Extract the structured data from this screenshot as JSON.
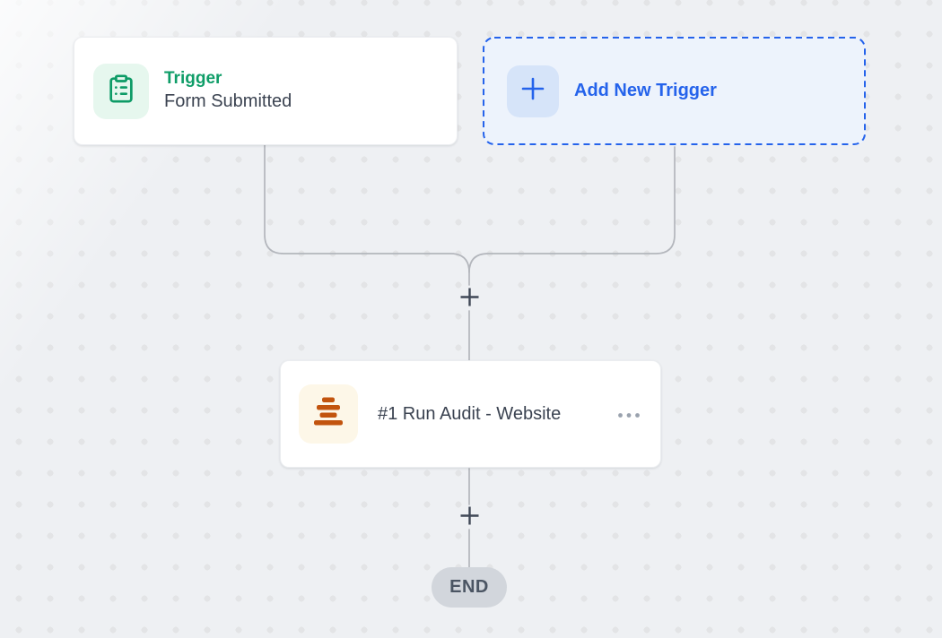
{
  "canvas": {
    "background_color": "#eef0f3",
    "dot_color": "#e3e4e6",
    "connector_color": "#b3b6bc",
    "plus_color": "#3f4756"
  },
  "nodes": {
    "trigger": {
      "label": "Trigger",
      "title": "Form Submitted",
      "icon": "clipboard-list-icon",
      "label_color": "#0f9d68",
      "title_color": "#3b4351",
      "icon_color": "#0d9b66",
      "icon_bg_color": "#e6f7ee"
    },
    "add_trigger": {
      "label": "Add New Trigger",
      "icon": "plus-icon",
      "accent_color": "#2563eb",
      "bg_color": "#edf3fc",
      "icon_bg_color": "#d6e4f9",
      "border_style": "dashed"
    },
    "action": {
      "title": "#1 Run Audit - Website",
      "icon": "stacked-bars-icon",
      "icon_color": "#c2540e",
      "icon_bg_color": "#fdf7e8",
      "menu_icon": "ellipsis-icon",
      "title_color": "#3b4351"
    },
    "end": {
      "label": "END",
      "bg_color": "#d2d6dc",
      "text_color": "#4b5563"
    }
  },
  "connectors": {
    "add_step_icon": "plus-icon",
    "add_step_count": 2,
    "branch_sources": [
      "trigger",
      "add_trigger"
    ],
    "merge_target": "action"
  }
}
